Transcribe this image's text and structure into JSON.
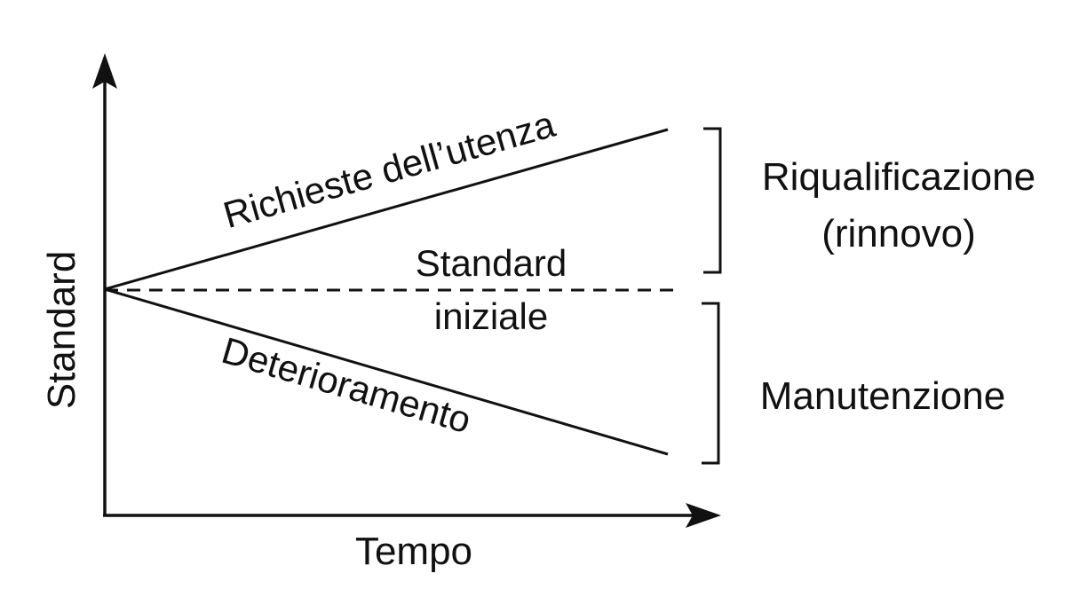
{
  "axes": {
    "y_label": "Standard",
    "x_label": "Tempo"
  },
  "lines": {
    "upper_label": "Richieste dell’utenza",
    "lower_label": "Deterioramento",
    "baseline_label_line1": "Standard",
    "baseline_label_line2": "iniziale"
  },
  "brackets": {
    "upper_line1": "Riqualificazione",
    "upper_line2": "(rinnovo)",
    "lower": "Manutenzione"
  },
  "colors": {
    "ink": "#111111",
    "background": "#ffffff"
  }
}
